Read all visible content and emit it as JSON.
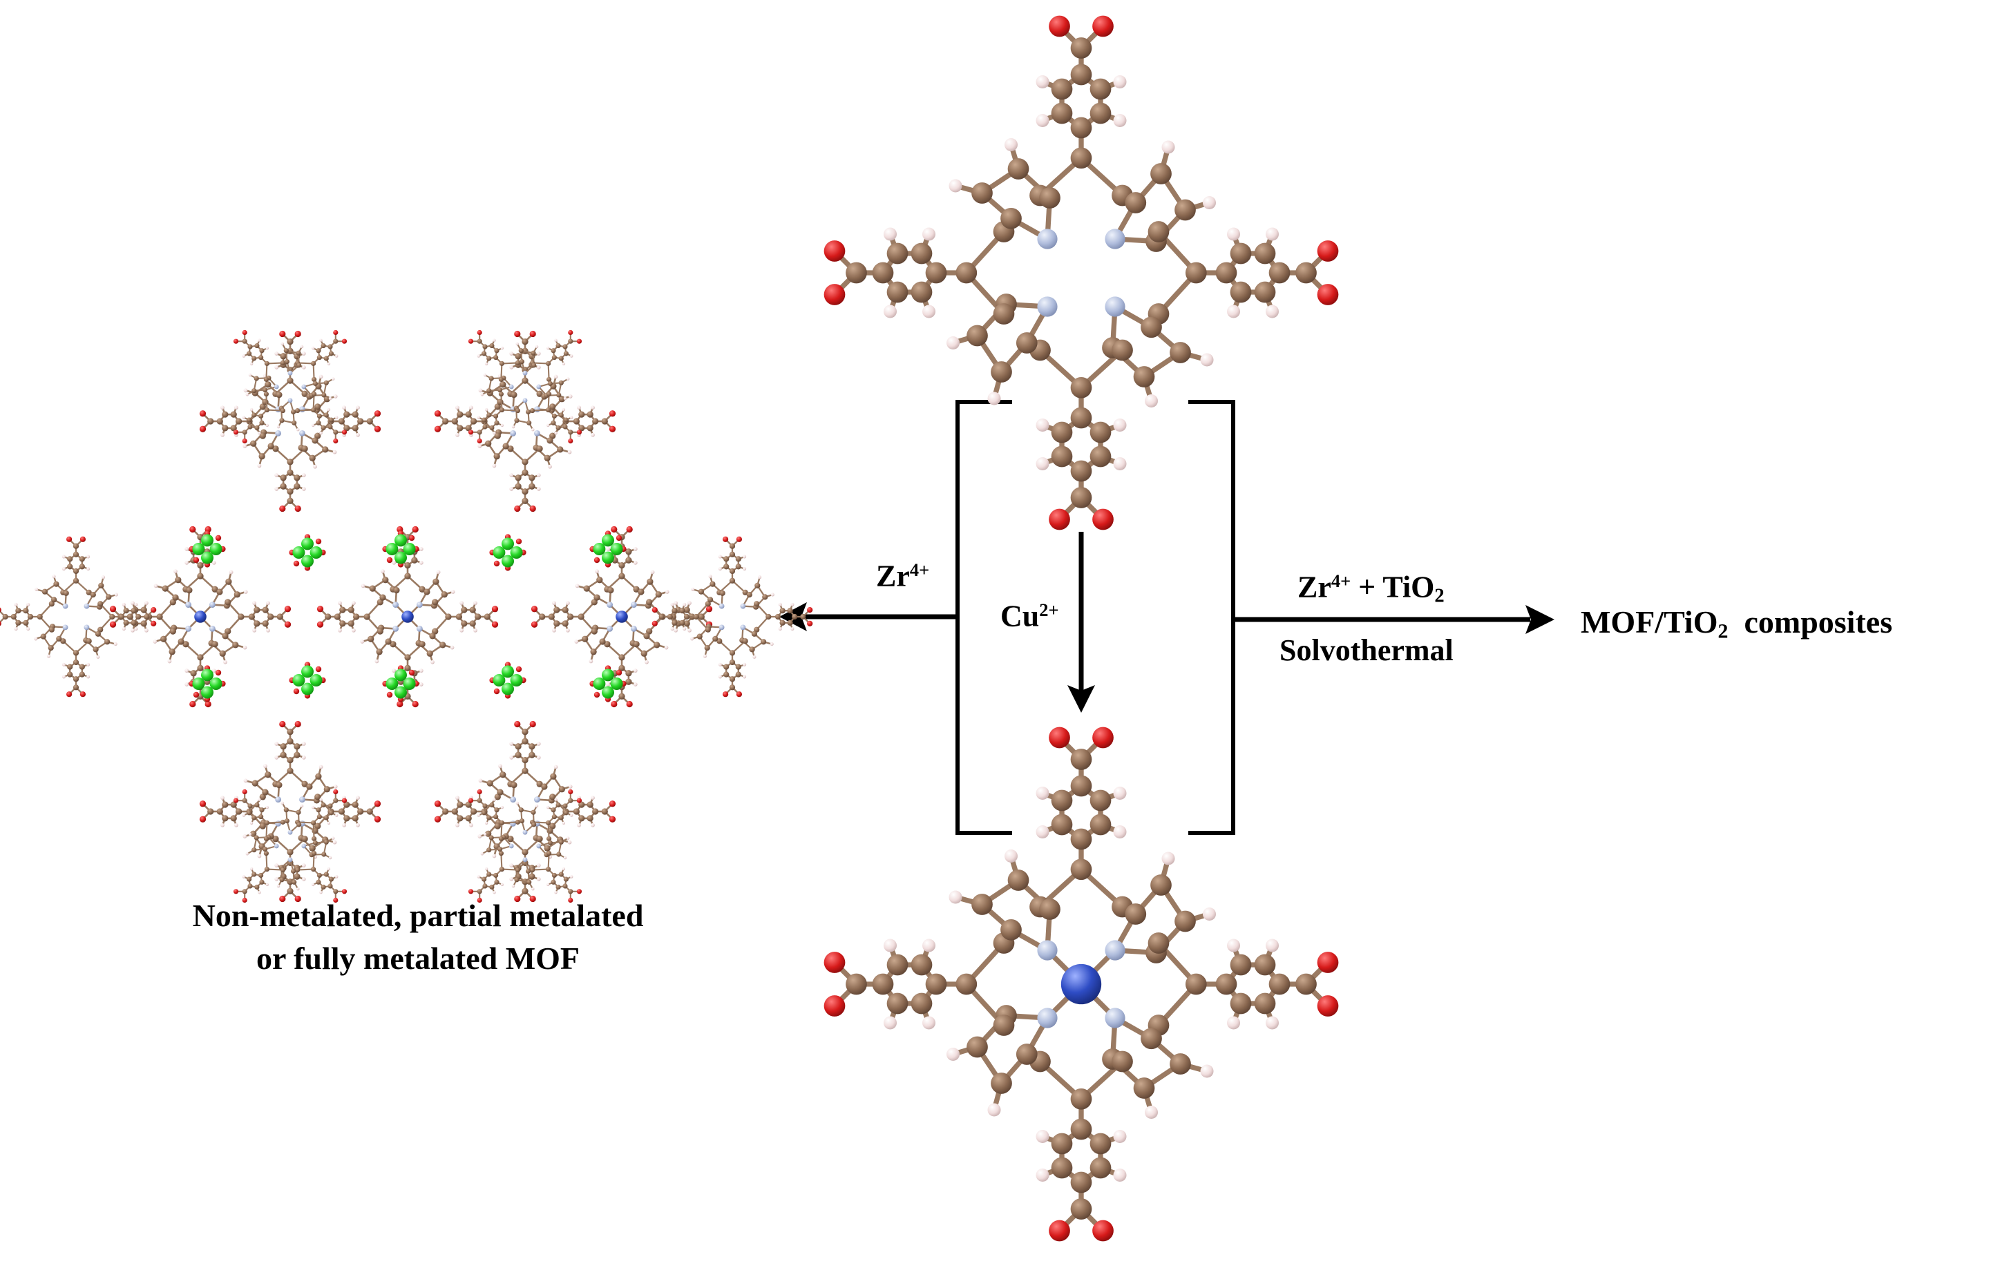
{
  "labels": {
    "zr_left_base": "Zr",
    "zr_left_sup": "4+",
    "cu_base": "Cu",
    "cu_sup": "2+",
    "zr_right_base": "Zr",
    "zr_right_sup": "4+",
    "zr_right_tail_pre": " + TiO",
    "zr_right_tail_sub": "2",
    "solvothermal": "Solvothermal",
    "product_pre": "MOF/TiO",
    "product_sub": "2",
    "product_post": "  composites",
    "caption_line1": "Non-metalated, partial metalated",
    "caption_line2": "or fully metalated MOF"
  },
  "colors": {
    "carbon": "#8c6a52",
    "bond": "#9a7a62",
    "oxygen": "#d61a1a",
    "nitrogen": "#aebbdb",
    "hydrogen": "#f1dede",
    "copper": "#2e4cc4",
    "zirconium": "#25d825",
    "line": "#000000"
  }
}
